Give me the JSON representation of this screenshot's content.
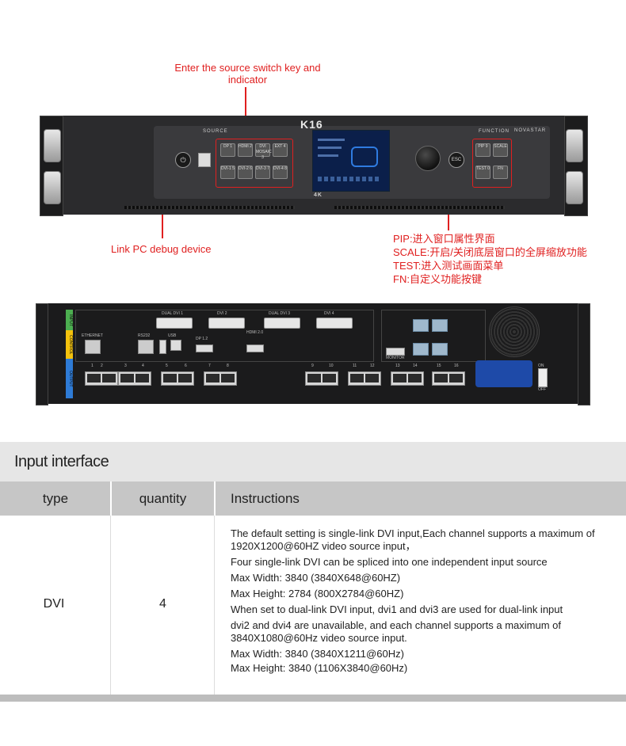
{
  "annotations": {
    "source_key": "Enter the source switch key and indicator",
    "debug": "Link PC debug device",
    "function_lines": [
      "PIP:进入窗口属性界面",
      "SCALE:开启/关闭底层窗口的全屏缩放功能",
      "TEST:进入测试画面菜单",
      "FN:自定义功能按键"
    ]
  },
  "front_panel": {
    "model": "K16",
    "brand": "NOVASTAR",
    "resolution_badge": "4K",
    "source_label": "SOURCE",
    "function_label": "FUNCTION",
    "source_keys": [
      "DP 1",
      "HDMI 2",
      "DVI MOSAIC 3",
      "EXT 4",
      "DVI-1 5",
      "DVI-2 6",
      "DVI-3 7",
      "DVI-4 8"
    ],
    "function_keys": [
      "PIP 9",
      "SCALE",
      "TEST 0",
      "FN"
    ],
    "esc_label": "ESC"
  },
  "rear_panel": {
    "tags": [
      "INPUT",
      "CONTROL",
      "OUTPUT"
    ],
    "dvi_labels": [
      "DUAL DVI 1",
      "DVI 2",
      "DUAL DVI 3",
      "DVI 4"
    ],
    "ethernet_label": "ETHERNET",
    "rs232_label": "RS232",
    "usb_label": "USB",
    "dp_label": "DP 1.2",
    "hdmi_label": "HDMI 2.0",
    "monitor_label": "MONITOR",
    "output_numbers": [
      "1",
      "2",
      "3",
      "4",
      "5",
      "6",
      "7",
      "8",
      "9",
      "10",
      "11",
      "12",
      "13",
      "14",
      "15",
      "16"
    ],
    "power_on": "ON",
    "power_off": "OFF"
  },
  "table": {
    "section_title": "Input interface",
    "headers": {
      "type": "type",
      "quantity": "quantity",
      "instructions": "Instructions"
    },
    "rows": [
      {
        "type": "DVI",
        "quantity": "4",
        "instructions": [
          "The default setting is single-link DVI input,Each channel supports a maximum of 1920X1200@60HZ video source input，",
          "Four single-link DVI can be spliced into one independent input source",
          "Max Width: 3840 (3840X648@60HZ)",
          "Max Height: 2784 (800X2784@60HZ)",
          "When set to dual-link DVI input, dvi1 and dvi3 are used for dual-link input",
          "dvi2 and dvi4 are unavailable, and each channel supports a maximum of 3840X1080@60Hz video source input.",
          "Max Width: 3840 (3840X1211@60Hz)",
          "Max Height: 3840 (1106X3840@60Hz)"
        ]
      }
    ]
  },
  "colors": {
    "annotation_red": "#e02020",
    "header_gray": "#c6c6c6",
    "title_band_gray": "#e6e6e6"
  }
}
